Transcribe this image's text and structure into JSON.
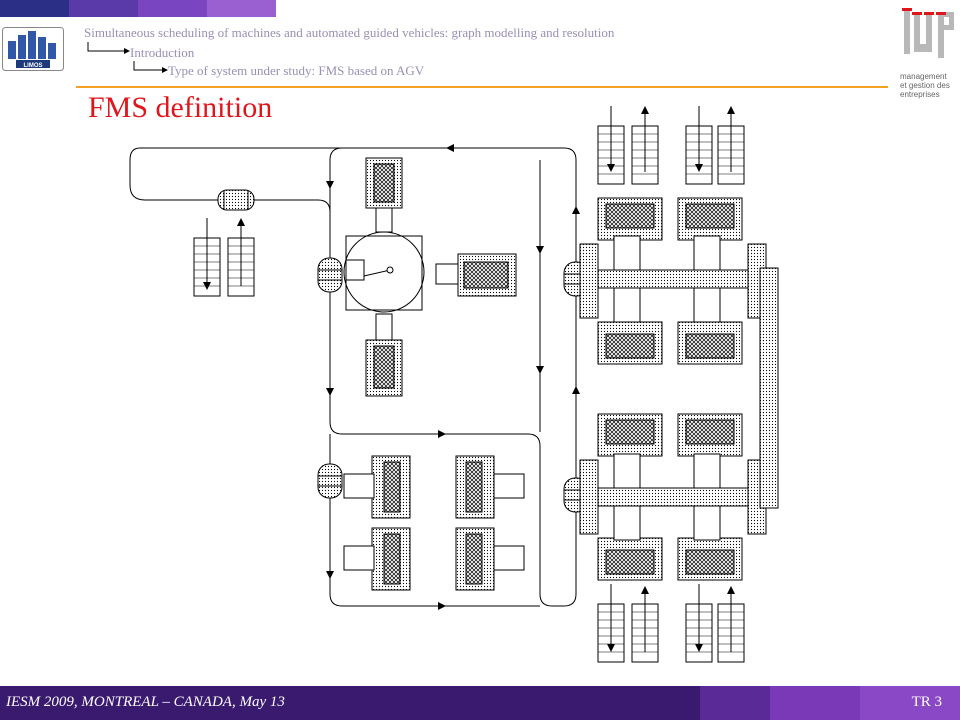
{
  "header": {
    "breadcrumbs": [
      "Simultaneous scheduling of machines and automated guided vehicles: graph modelling and resolution",
      "Introduction",
      "Type of system under study: FMS  based on AGV"
    ],
    "logo_left_text": "LIMOS",
    "logo_right_text": [
      "management",
      "et gestion des",
      "entreprises"
    ]
  },
  "title": "FMS definition",
  "footer": {
    "conference": "IESM 2009, MONTREAL – CANADA, May 13",
    "page": "TR 3"
  },
  "colors": {
    "title": "#e0161d",
    "breadcrumb": "#9a8fb5",
    "accent_rule": "#f4a321",
    "footer_dark": "#3a1a6e",
    "footer_light": "#7a2fb8",
    "topbar": [
      "#2b2f86",
      "#6a3ab0",
      "#8a4cc8",
      "#a066d0"
    ]
  }
}
